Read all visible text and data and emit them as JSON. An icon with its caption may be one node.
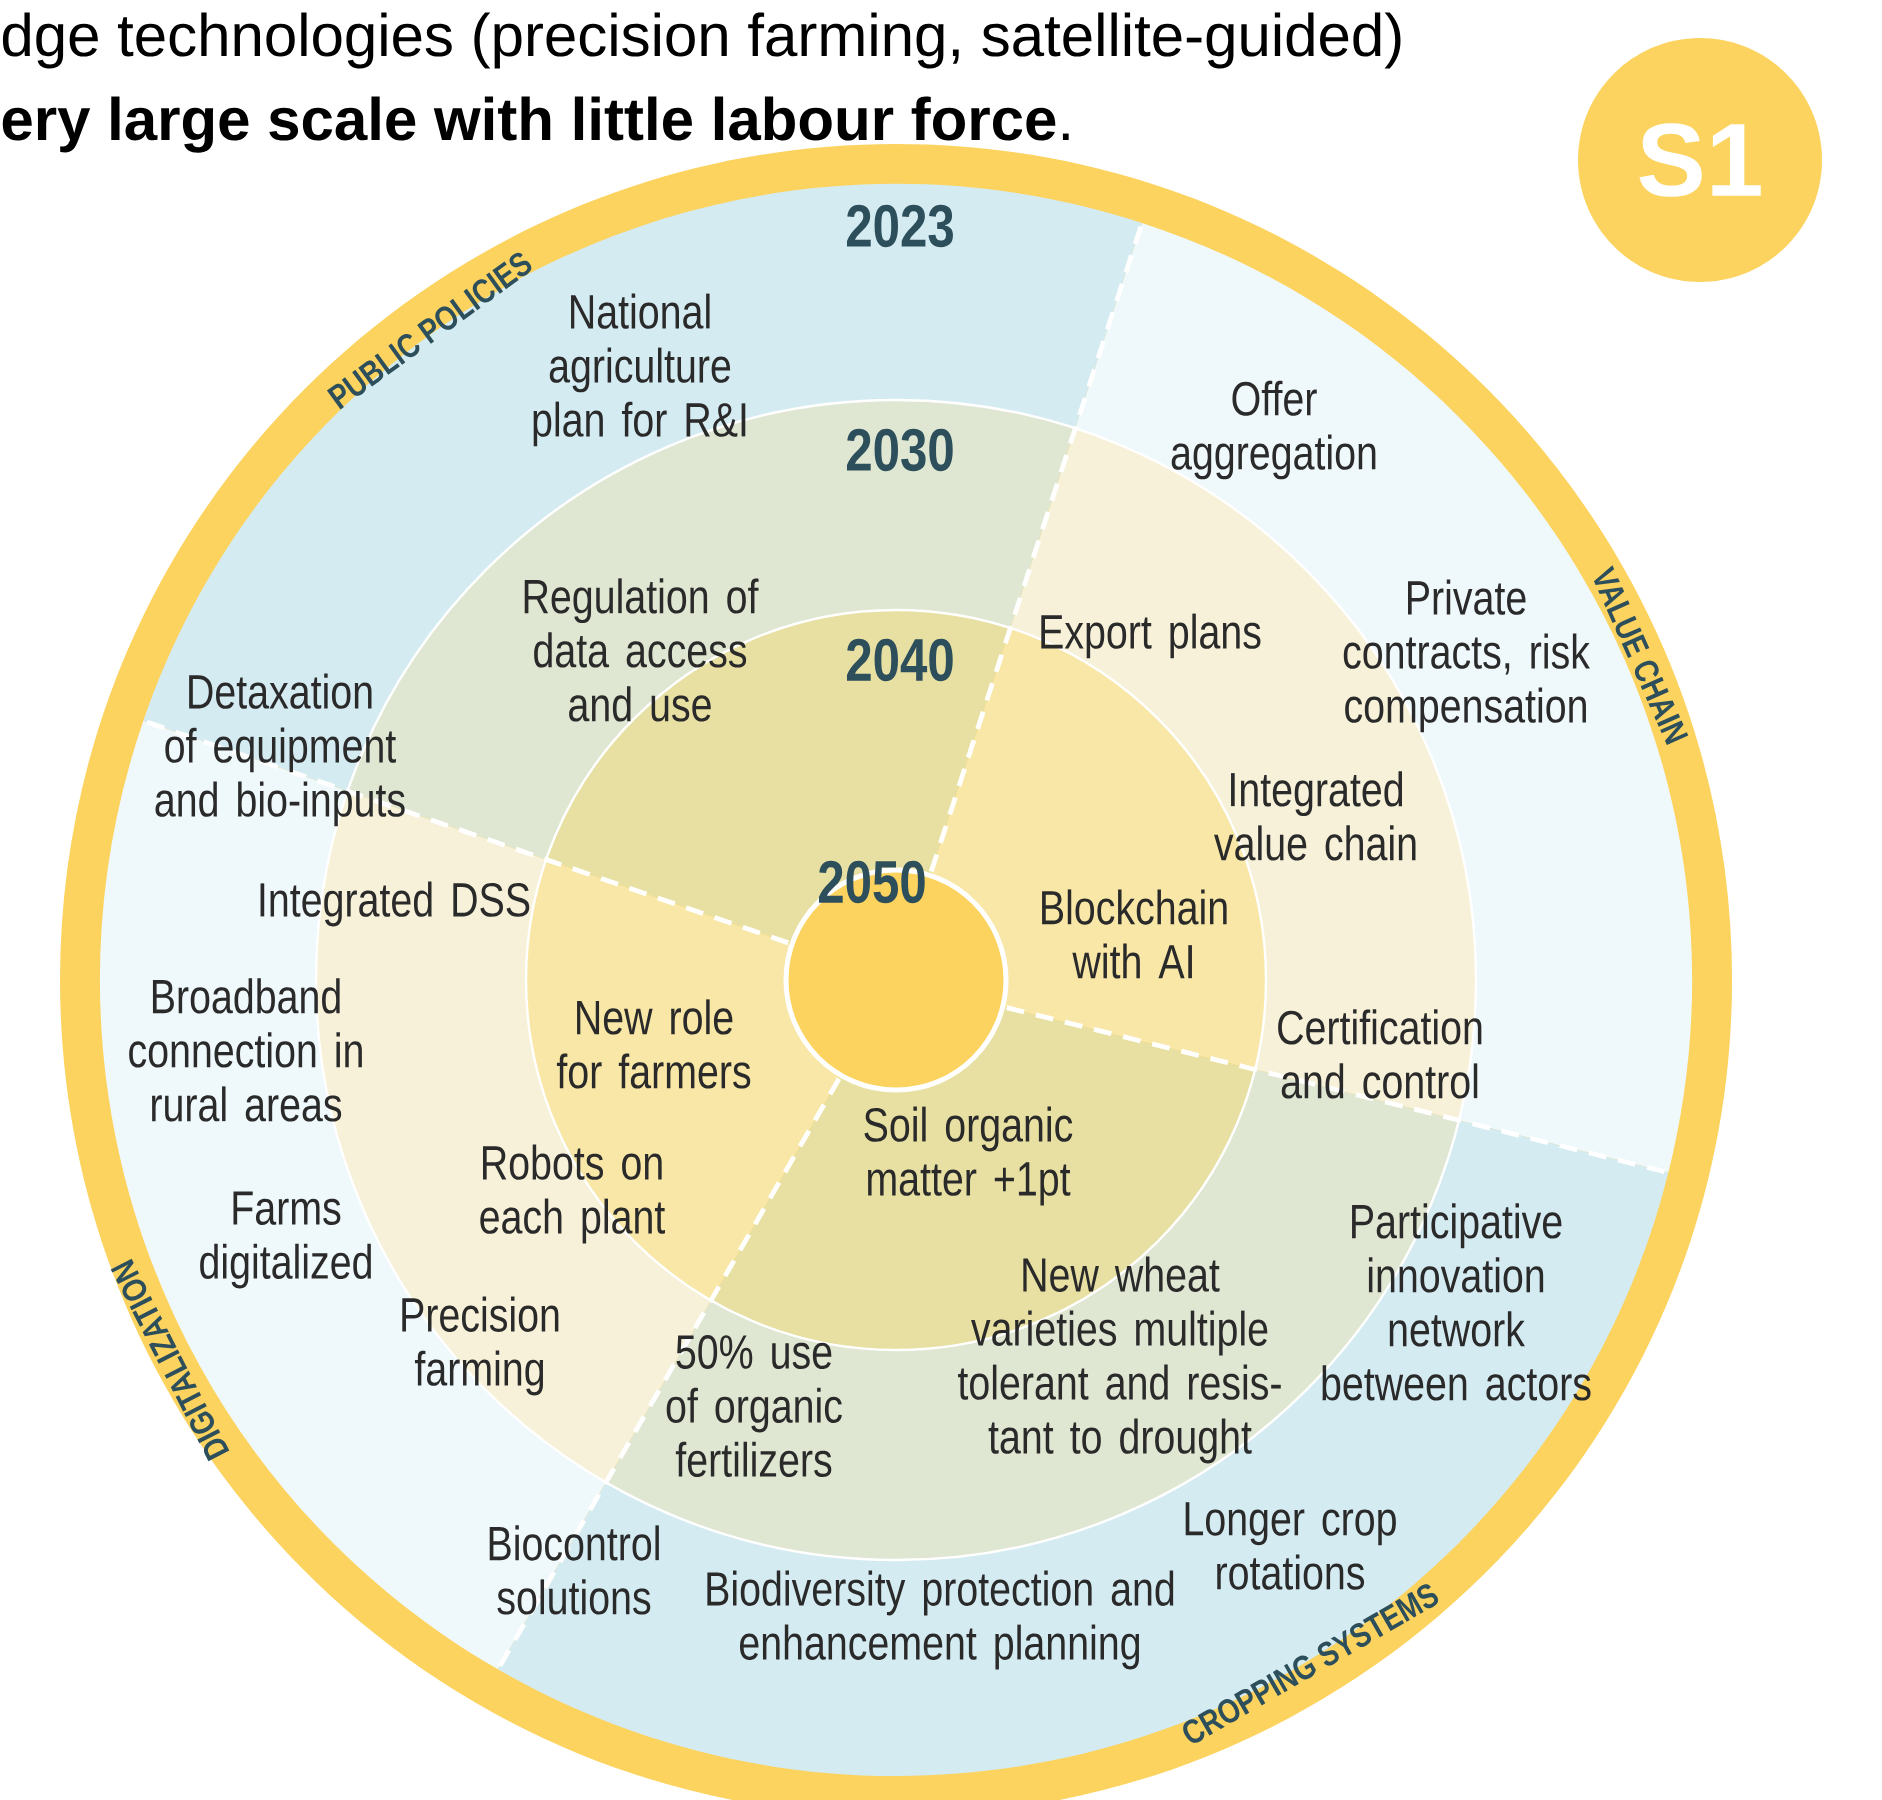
{
  "diagram": {
    "nodes": [
      {
        "text": [
          "S1"
        ]
      }
    ],
    "labels": [
      "dge technologies (precision farming, satellite-guided)",
      "**ery large scale with little labour force**.",
      "2023",
      "PUBLIC POLICIES",
      "National agriculture plan for R&I",
      "Offer aggregation",
      "2030",
      "VALUE CHAIN",
      "Regulation of data access and use",
      "Export plans",
      "2040",
      "Private contracts, risk compensation",
      "Detaxation of equipment and bio-inputs",
      "Integrated value chain",
      "Integrated DSS",
      "2050",
      "Blockchain with AI",
      "Broadband connection in rural areas",
      "New role for farmers",
      "Certification and control",
      "Soil organic matter +1pt",
      "Robots on each plant",
      "Farms digitalized",
      "Participative innovation network between actors",
      "DIGITALIZATION",
      "Precision farming",
      "New wheat varieties multiple tolerant and resis- tant to drought",
      "50% use of organic fertilizers",
      "Biocontrol solutions",
      "Longer crop rotations",
      "Biodiversity protection and enhancement planning",
      "CROPPING SYSTEMS"
    ]
  }
}
